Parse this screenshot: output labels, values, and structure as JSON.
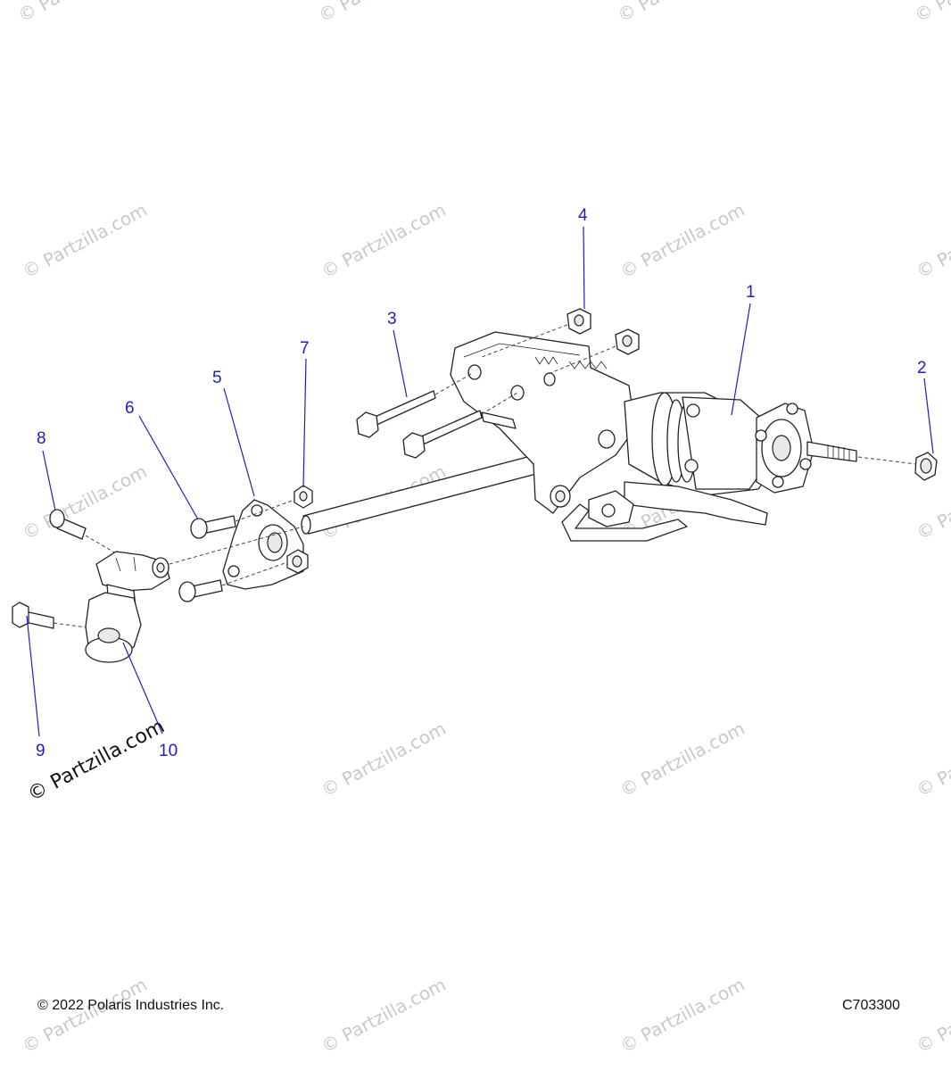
{
  "watermark": "© Partzilla.com",
  "copyright": "© 2022 Polaris Industries Inc.",
  "figure_code": "C703300",
  "callouts": [
    "1",
    "2",
    "3",
    "4",
    "5",
    "6",
    "7",
    "8",
    "9",
    "10"
  ]
}
